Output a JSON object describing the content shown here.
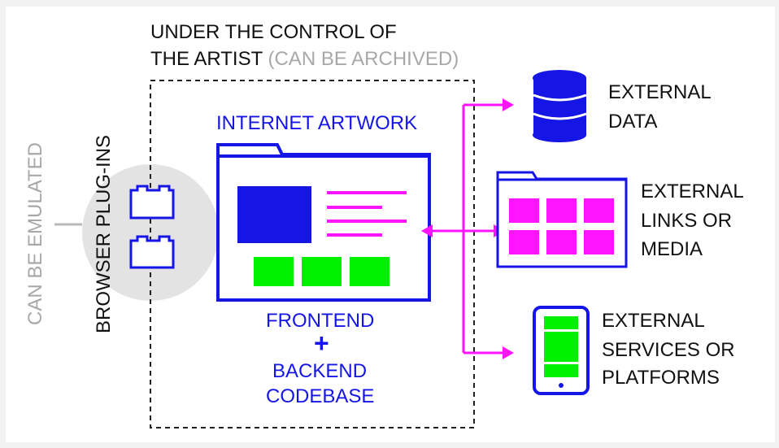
{
  "title": {
    "line1": "UNDER THE CONTROL OF",
    "line2": "THE ARTIST",
    "line2_note": "(CAN BE ARCHIVED)"
  },
  "side": {
    "emulated": "CAN BE EMULATED",
    "plugins": "BROWSER PLUG-INS"
  },
  "artwork": {
    "heading": "INTERNET ARTWORK",
    "frontend": "FRONTEND",
    "plus": "+",
    "backend": "BACKEND",
    "codebase": "CODEBASE"
  },
  "external": {
    "data": [
      "EXTERNAL",
      "DATA"
    ],
    "links": [
      "EXTERNAL",
      "LINKS OR",
      "MEDIA"
    ],
    "services": [
      "EXTERNAL",
      "SERVICES OR",
      "PLATFORMS"
    ]
  },
  "icons": {
    "database": "database-icon",
    "folder": "folder-icon",
    "tablet": "tablet-icon",
    "plugin": "plugin-brick-icon"
  },
  "colors": {
    "blue": "#1515e6",
    "magenta": "#ff14ff",
    "green": "#00f000",
    "grey": "#a8a8a8",
    "circle": "#e3e3e3"
  }
}
